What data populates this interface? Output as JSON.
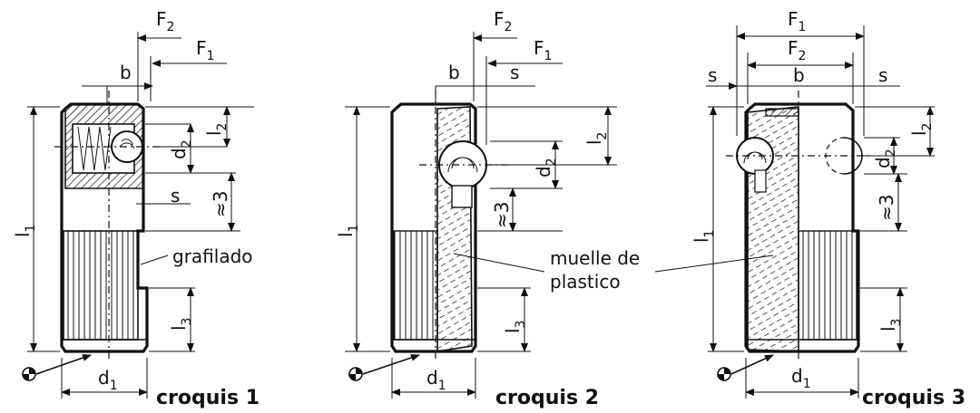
{
  "sketches": [
    {
      "caption": "croquis 1",
      "dims": {
        "F2": "F",
        "F2_sub": "2",
        "F1": "F",
        "F1_sub": "1",
        "b": "b",
        "s": "s",
        "l1": "l",
        "l1_sub": "1",
        "l2": "l",
        "l2_sub": "2",
        "l3": "l",
        "l3_sub": "3",
        "d1": "d",
        "d1_sub": "1",
        "d2": "d",
        "d2_sub": "2",
        "approx3": "≈3"
      },
      "note": "grafilado"
    },
    {
      "caption": "croquis 2",
      "dims": {
        "F2": "F",
        "F2_sub": "2",
        "F1": "F",
        "F1_sub": "1",
        "b": "b",
        "s": "s",
        "l1": "l",
        "l1_sub": "1",
        "l2": "l",
        "l2_sub": "2",
        "l3": "l",
        "l3_sub": "3",
        "d1": "d",
        "d1_sub": "1",
        "d2": "d",
        "d2_sub": "2",
        "approx3": "≈3"
      },
      "note_line1": "muelle de",
      "note_line2": "plastico"
    },
    {
      "caption": "croquis 3",
      "dims": {
        "F1": "F",
        "F1_sub": "1",
        "F2": "F",
        "F2_sub": "2",
        "b": "b",
        "s_left": "s",
        "s_right": "s",
        "l1": "l",
        "l1_sub": "1",
        "l2": "l",
        "l2_sub": "2",
        "l3": "l",
        "l3_sub": "3",
        "d1": "d",
        "d1_sub": "1",
        "d2": "d",
        "d2_sub": "2",
        "approx3": "≈3"
      }
    }
  ]
}
